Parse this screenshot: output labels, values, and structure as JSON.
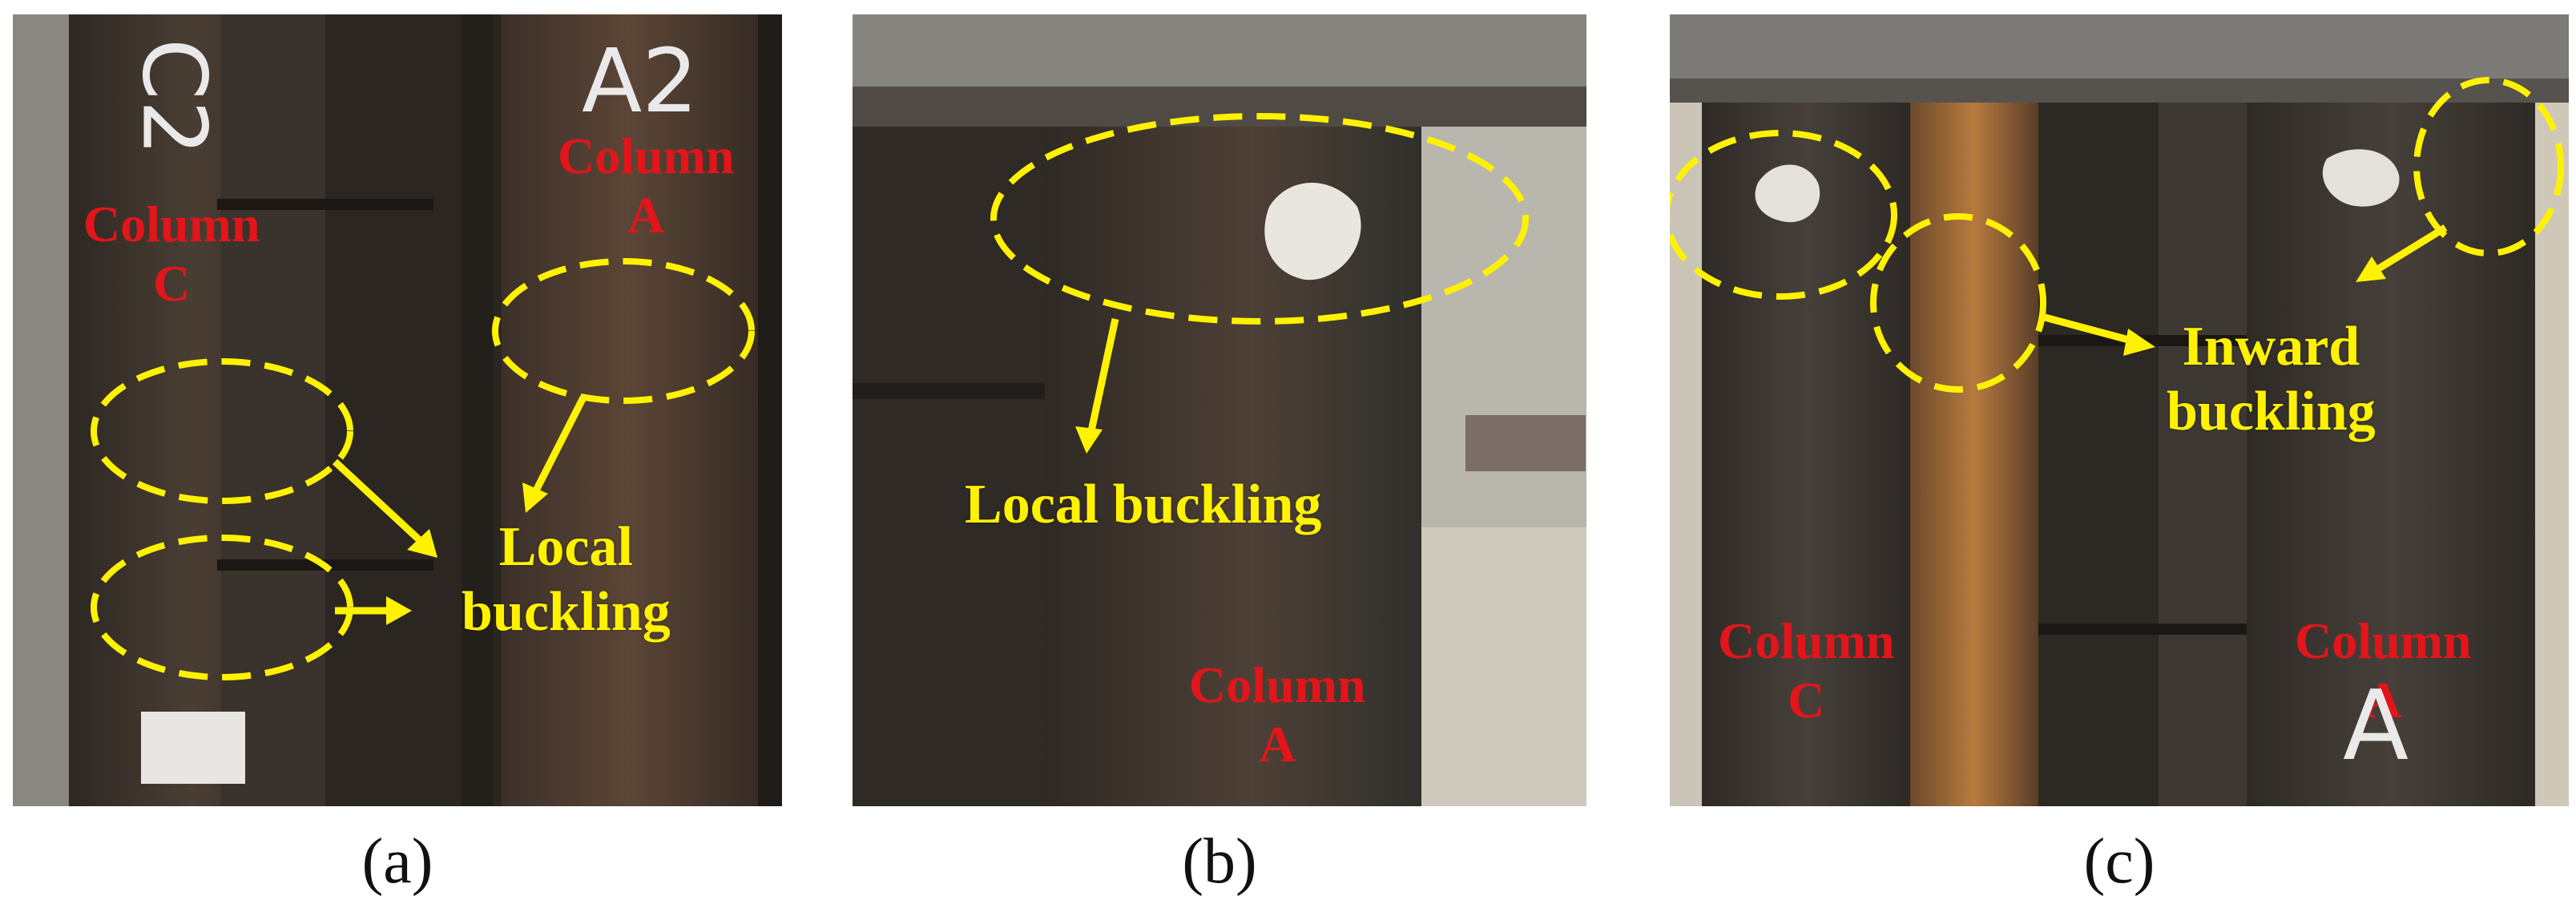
{
  "figure": {
    "panels": [
      {
        "caption": "(a)",
        "labels": {
          "chalk_left": "C2",
          "chalk_right": "A2",
          "column_c": [
            "Column",
            "C"
          ],
          "column_a": [
            "Column",
            "A"
          ],
          "annotation": [
            "Local",
            "buckling"
          ]
        }
      },
      {
        "caption": "(b)",
        "labels": {
          "annotation": "Local buckling",
          "column_a": [
            "Column",
            "A"
          ]
        }
      },
      {
        "caption": "(c)",
        "labels": {
          "annotation": [
            "Inward",
            "buckling"
          ],
          "column_c": [
            "Column",
            "C"
          ],
          "column_a": [
            "Column",
            "A"
          ],
          "chalk": "A"
        }
      }
    ],
    "colors": {
      "label_red": "#e3151a",
      "annotation_yellow": "#fff200"
    }
  }
}
